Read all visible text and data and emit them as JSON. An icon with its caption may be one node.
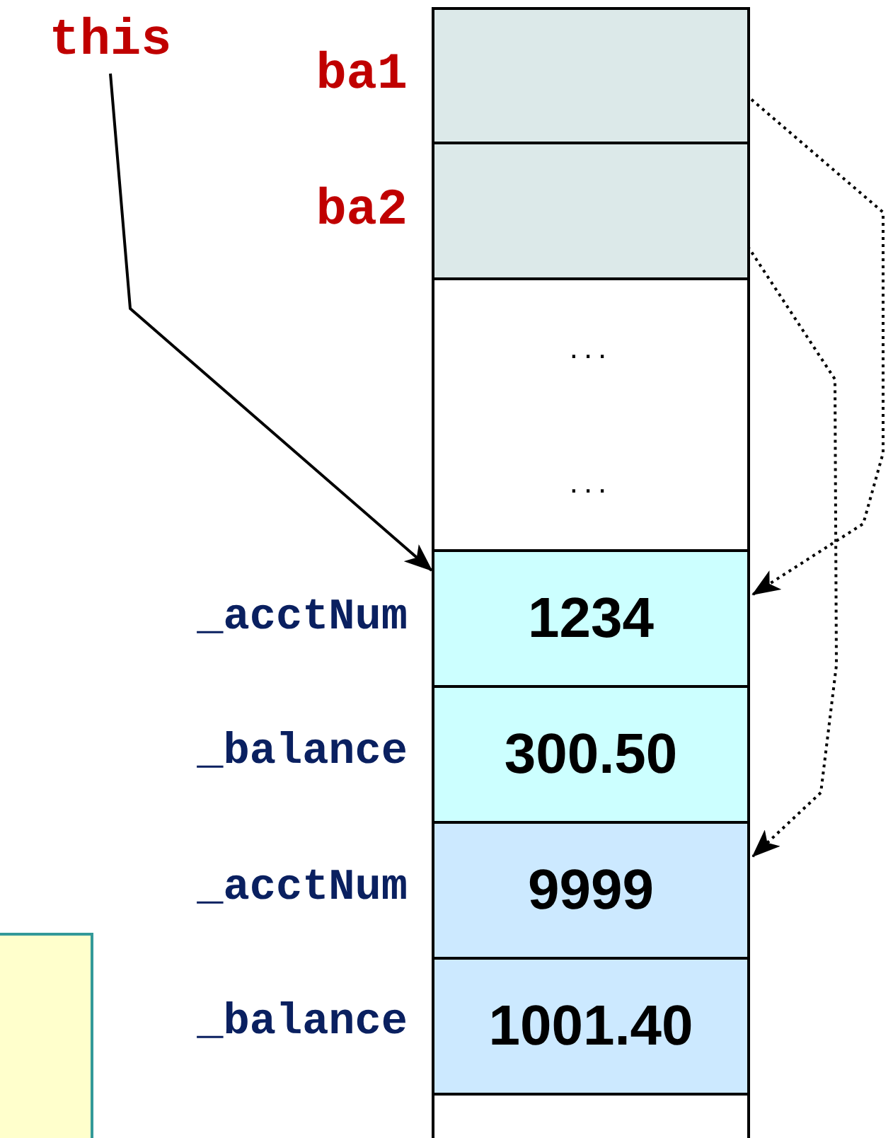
{
  "diagram": {
    "nodes": [
      {
        "text": [
          "this"
        ]
      },
      {
        "text": [],
        "shape": "box",
        "beside": [
          "ba1"
        ]
      },
      {
        "text": [],
        "shape": "box",
        "beside": [
          "ba2"
        ]
      },
      {
        "text": [
          "...",
          "..."
        ]
      },
      {
        "text": [
          "1234"
        ],
        "beside": [
          "_acctNum"
        ]
      },
      {
        "text": [
          "300.50"
        ],
        "beside": [
          "_balance"
        ]
      },
      {
        "text": [
          "9999"
        ],
        "beside": [
          "_acctNum"
        ]
      },
      {
        "text": [
          "1001.40"
        ],
        "beside": [
          "_balance"
        ]
      },
      {
        "text": [],
        "shape": "box"
      },
      {
        "text": [],
        "shape": "box"
      }
    ],
    "edges": [
      {
        "from": 0,
        "to": 4,
        "arrow": "to"
      },
      {
        "from": 1,
        "to": 4,
        "arrow": "to",
        "style": "dashed"
      },
      {
        "from": 2,
        "to": 6,
        "arrow": "to",
        "style": "dashed"
      }
    ]
  }
}
